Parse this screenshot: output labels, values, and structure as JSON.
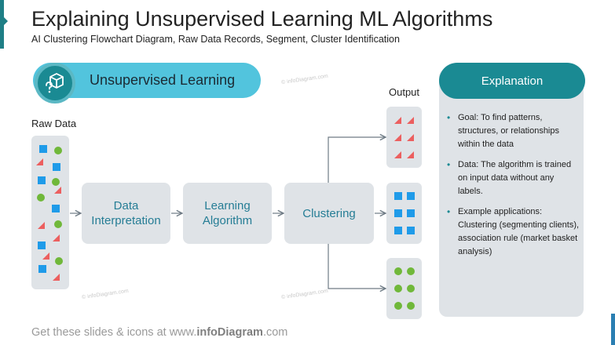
{
  "header": {
    "title": "Explaining Unsupervised Learning ML Algorithms",
    "subtitle": "AI Clustering Flowchart Diagram, Raw Data Records, Segment, Cluster Identification"
  },
  "topic": {
    "label": "Unsupervised Learning",
    "icon": "cube-question-icon"
  },
  "watermark": "© infoDiagram.com",
  "flow": {
    "raw_label": "Raw Data",
    "steps": [
      {
        "line1": "Data",
        "line2": "Interpretation"
      },
      {
        "line1": "Learning",
        "line2": "Algorithm"
      },
      {
        "line1": "Clustering",
        "line2": ""
      }
    ],
    "output_label": "Output",
    "outputs": [
      "triangles",
      "squares",
      "circles"
    ]
  },
  "explanation": {
    "title": "Explanation",
    "bullets": [
      "Goal: To find patterns, structures, or relationships within the data",
      "Data: The algorithm is trained on input data without any labels.",
      "Example applications: Clustering (segmenting clients), association rule (market basket analysis)"
    ]
  },
  "footer": {
    "prefix": "Get these slides & icons at www.",
    "brand": "infoDiagram",
    "suffix": ".com"
  },
  "colors": {
    "teal": "#1a8a93",
    "light_blue": "#52c4dd",
    "box_grey": "#dfe3e7",
    "square_blue": "#1f9be9",
    "circle_green": "#70b83a",
    "triangle_red": "#ec5f5f",
    "step_text": "#257d95"
  }
}
